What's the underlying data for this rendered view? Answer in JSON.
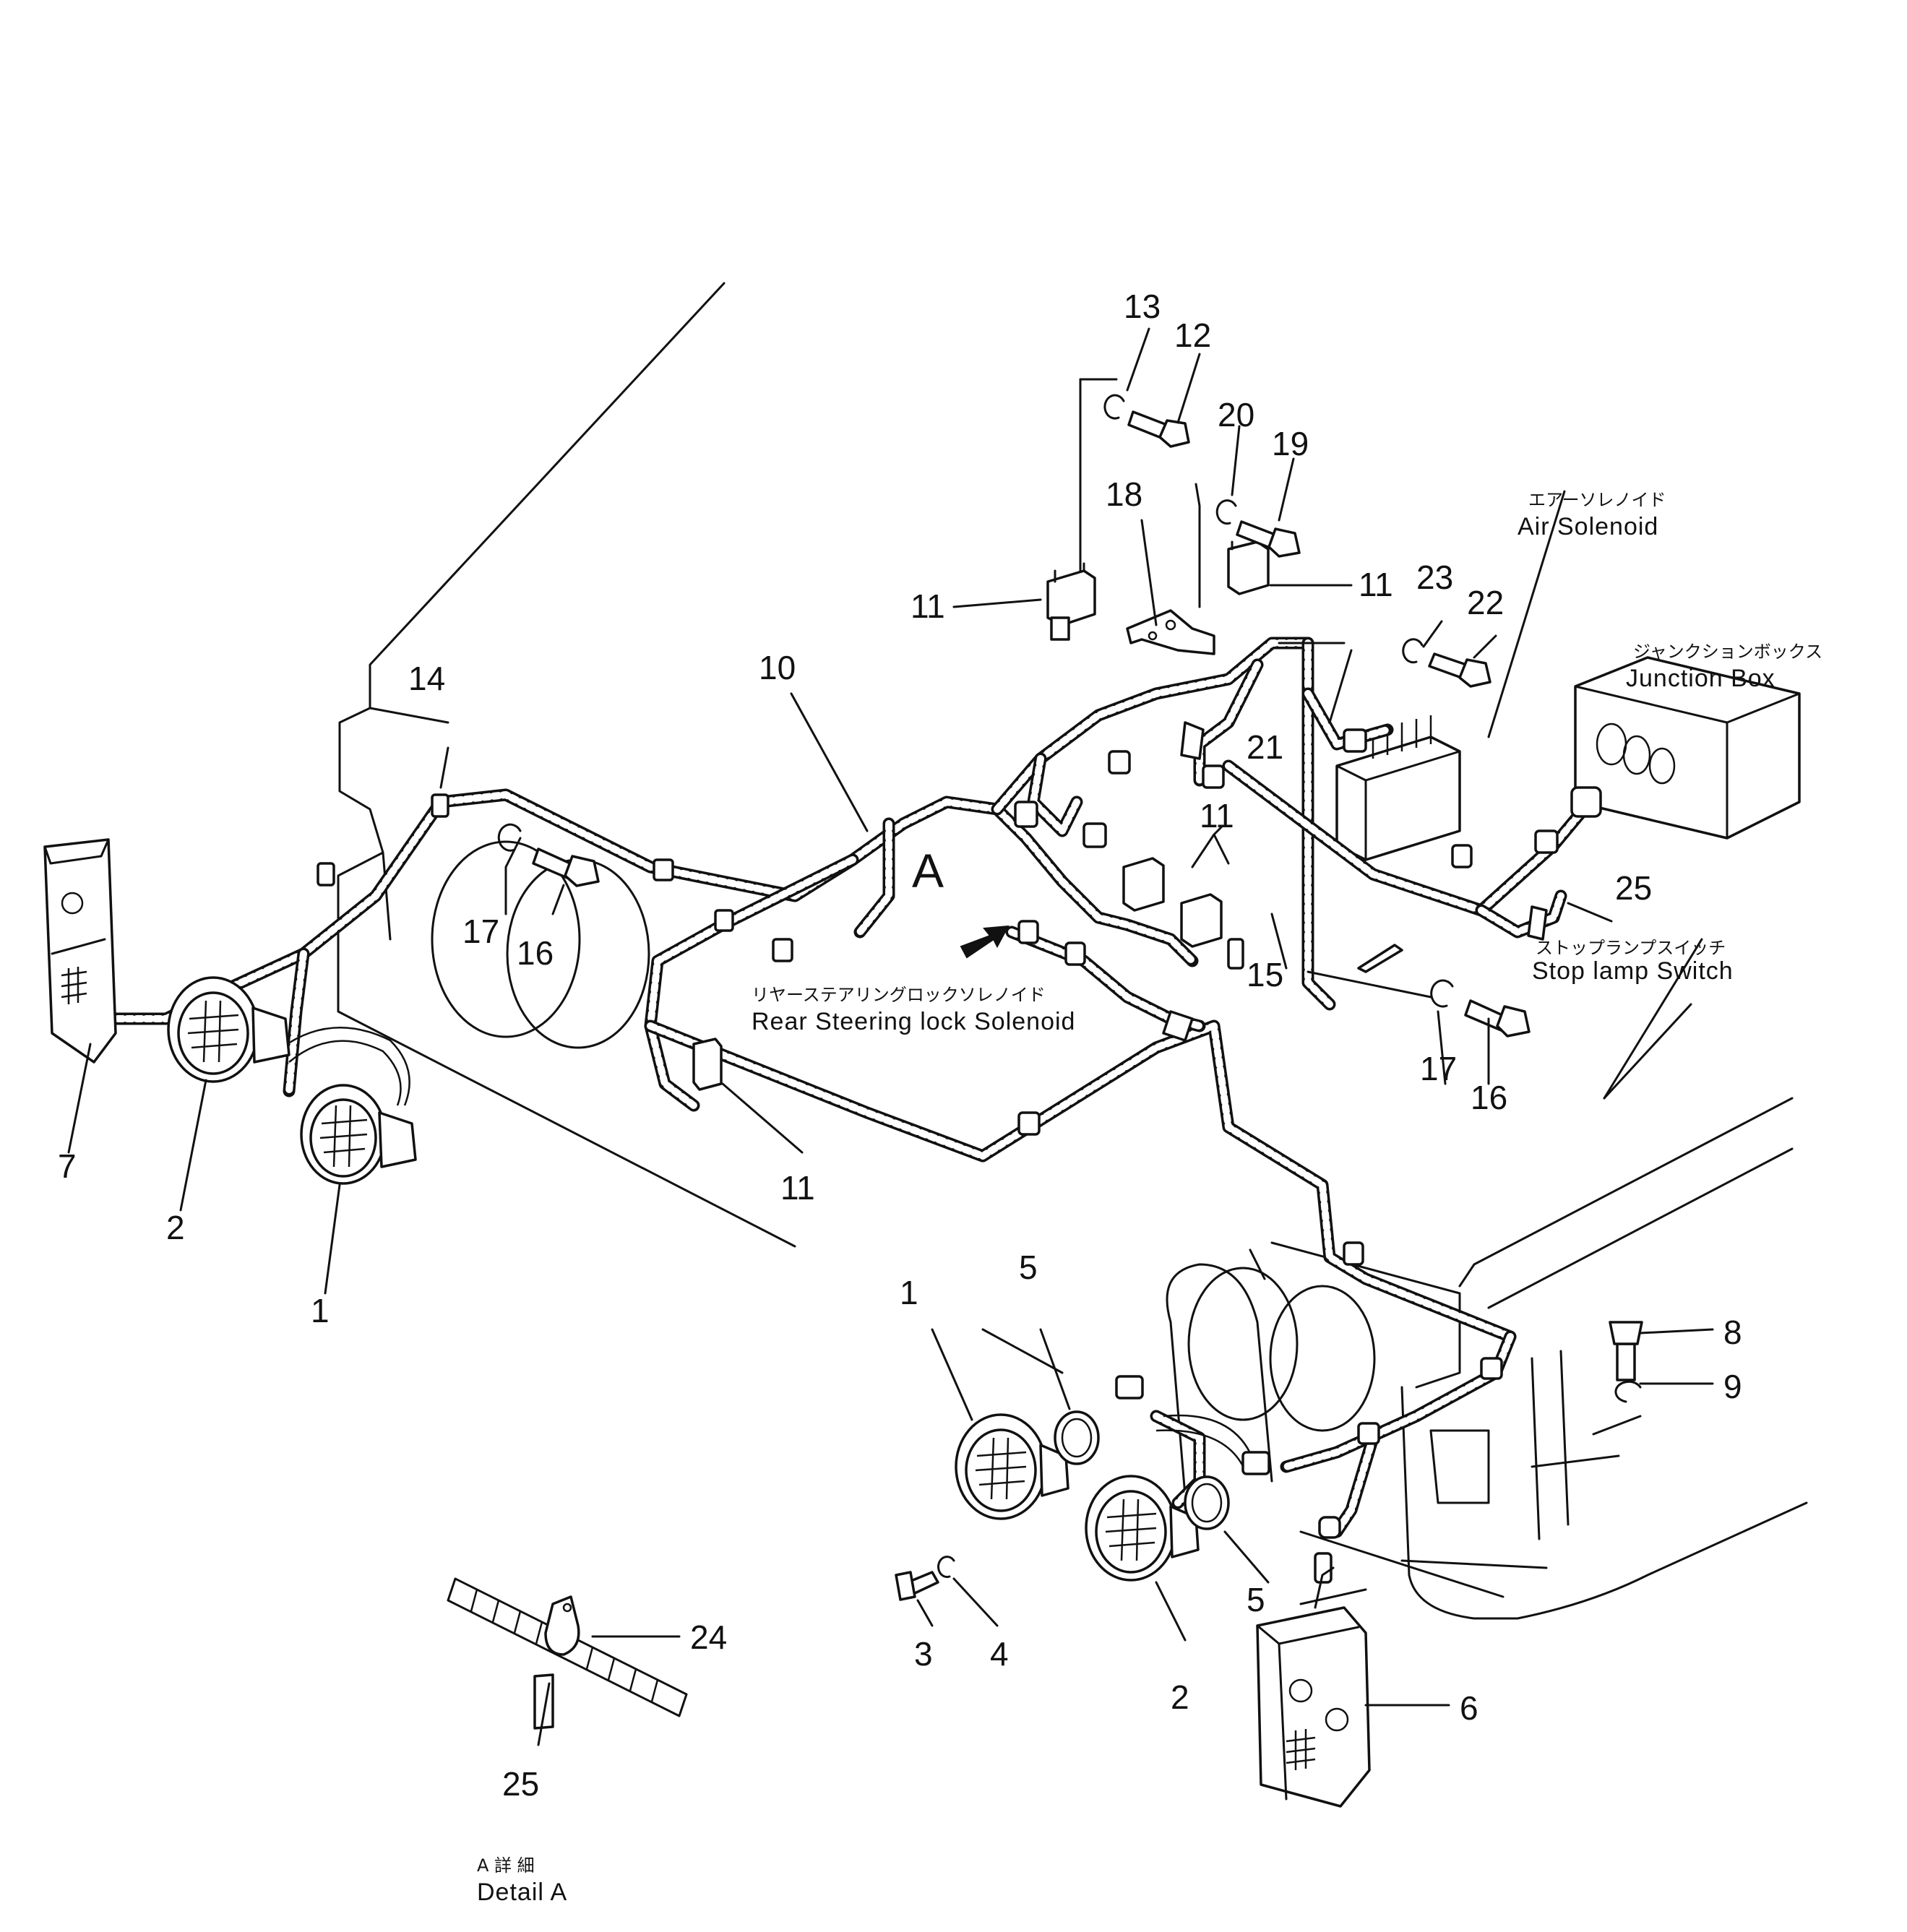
{
  "labels": {
    "air_solenoid_jp": "エアーソレノイド",
    "air_solenoid_en": "Air Solenoid",
    "junction_box_jp": "ジャンクションボックス",
    "junction_box_en": "Junction Box",
    "stop_lamp_jp": "ストップランプスイッチ",
    "stop_lamp_en": "Stop lamp Switch",
    "rear_steering_jp": "リヤーステアリングロックソレノイド",
    "rear_steering_en": "Rear Steering lock Solenoid",
    "detail_marker": "A",
    "detail_a_jp": "A 詳 細",
    "detail_a_en": "Detail A"
  },
  "callouts": {
    "p1a": "1",
    "p1b": "1",
    "p2a": "2",
    "p2b": "2",
    "p3": "3",
    "p4": "4",
    "p5a": "5",
    "p5b": "5",
    "p6": "6",
    "p7": "7",
    "p8": "8",
    "p9": "9",
    "p10": "10",
    "p11a": "11",
    "p11b": "11",
    "p11c": "11",
    "p11d": "11",
    "p12": "12",
    "p13": "13",
    "p14": "14",
    "p15": "15",
    "p16a": "16",
    "p16b": "16",
    "p17a": "17",
    "p17b": "17",
    "p18": "18",
    "p19": "19",
    "p20": "20",
    "p21": "21",
    "p22": "22",
    "p23": "23",
    "p24": "24",
    "p25a": "25",
    "p25b": "25"
  }
}
